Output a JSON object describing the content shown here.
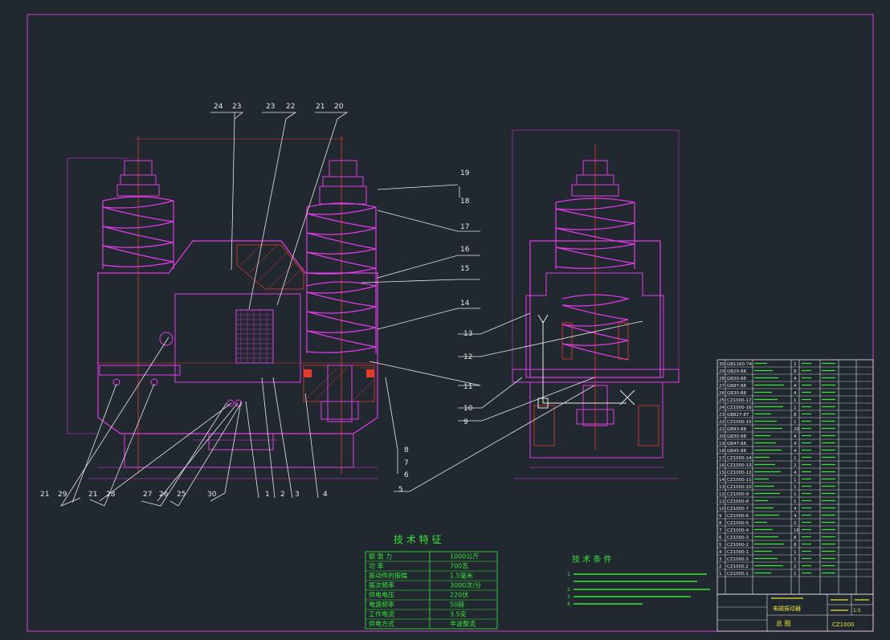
{
  "colors": {
    "background": "#212830",
    "frame": "#d63fd6",
    "part_outline": "#e23be6",
    "centerline": "#e23b2b",
    "leader": "#e8e8e8",
    "table_text": "#3be53b",
    "title_text": "#e8e33b"
  },
  "labels": {
    "balloons_top": [
      "24",
      "23",
      "23",
      "22",
      "21",
      "20"
    ],
    "balloons_right_main": [
      "19",
      "18",
      "17",
      "16",
      "15",
      "14",
      "13",
      "12",
      "11",
      "10",
      "9",
      "8",
      "7",
      "6",
      "5"
    ],
    "balloons_bottom": [
      "21",
      "29",
      "21",
      "28",
      "27",
      "26",
      "25",
      "30",
      "1",
      "2",
      "3",
      "4"
    ]
  },
  "tech_char": {
    "title": "技 术 特 征",
    "rows": [
      {
        "k": "额 激 力",
        "v": "1000公斤"
      },
      {
        "k": "功 率",
        "v": "700瓦"
      },
      {
        "k": "振动件的振幅",
        "v": "1.5毫米"
      },
      {
        "k": "振次频率",
        "v": "3000次/分"
      },
      {
        "k": "供电电压",
        "v": "220伏"
      },
      {
        "k": "电源频率",
        "v": "50赫"
      },
      {
        "k": "工作电流",
        "v": "3.5安"
      },
      {
        "k": "供电方式",
        "v": "半波整流"
      }
    ]
  },
  "tech_req": {
    "title": "技 术 条 件",
    "items": [
      "1.",
      "2.",
      "3.",
      "4."
    ]
  },
  "title_block": {
    "main_title": "总 图",
    "drawing_no": "CZ1000",
    "scale": "1:5",
    "product_name": "电磁振动器"
  },
  "parts": [
    {
      "no": "30",
      "code": "GB1160-74",
      "qty": "1"
    },
    {
      "no": "29",
      "code": "GB29-88",
      "qty": "8"
    },
    {
      "no": "28",
      "code": "GB30-88",
      "qty": "4"
    },
    {
      "no": "27",
      "code": "GB97-88",
      "qty": "4"
    },
    {
      "no": "26",
      "code": "GB30-88",
      "qty": "4"
    },
    {
      "no": "25",
      "code": "CZ1000-17",
      "qty": "1"
    },
    {
      "no": "24",
      "code": "CZ1000-16",
      "qty": "1"
    },
    {
      "no": "23",
      "code": "GB827-87",
      "qty": "8"
    },
    {
      "no": "22",
      "code": "CZ1000-15",
      "qty": "1"
    },
    {
      "no": "21",
      "code": "GB93-88",
      "qty": "20"
    },
    {
      "no": "20",
      "code": "GB30-88",
      "qty": "4"
    },
    {
      "no": "19",
      "code": "GB47-88",
      "qty": "4"
    },
    {
      "no": "18",
      "code": "GB45-88",
      "qty": "4"
    },
    {
      "no": "17",
      "code": "CZ1000-14",
      "qty": "1"
    },
    {
      "no": "16",
      "code": "CZ1000-13",
      "qty": "2"
    },
    {
      "no": "15",
      "code": "CZ1000-12",
      "qty": "4"
    },
    {
      "no": "14",
      "code": "CZ1000-11",
      "qty": "1"
    },
    {
      "no": "13",
      "code": "CZ1000-10",
      "qty": "1"
    },
    {
      "no": "12",
      "code": "CZ1000-9",
      "qty": "1"
    },
    {
      "no": "11",
      "code": "CZ1000-8",
      "qty": "1"
    },
    {
      "no": "10",
      "code": "CZ1000-7",
      "qty": "4"
    },
    {
      "no": "9",
      "code": "CZ1000-6",
      "qty": "4"
    },
    {
      "no": "8",
      "code": "CZ1000-5",
      "qty": "2"
    },
    {
      "no": "7",
      "code": "CZ1000-4",
      "qty": "16"
    },
    {
      "no": "6",
      "code": "CZ1000-3",
      "qty": "8"
    },
    {
      "no": "5",
      "code": "CZ1000-2",
      "qty": "8"
    },
    {
      "no": "4",
      "code": "CZ1000-1",
      "qty": "1"
    },
    {
      "no": "3",
      "code": "CZ1000.3",
      "qty": "1"
    },
    {
      "no": "2",
      "code": "CZ1000.2",
      "qty": "2"
    },
    {
      "no": "1",
      "code": "CZ1000.1",
      "qty": "1"
    }
  ]
}
